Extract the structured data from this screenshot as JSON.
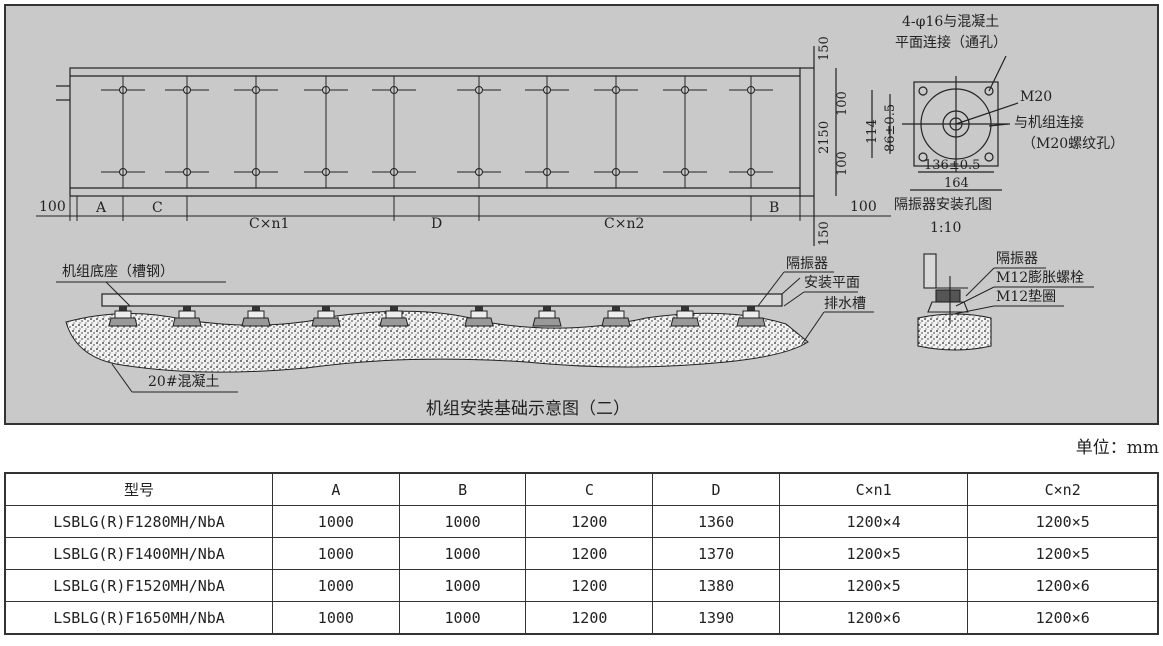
{
  "drawing": {
    "title": "机组安装基础示意图（二）",
    "top_view": {
      "dims_bottom": [
        "100",
        "A",
        "C",
        "C×n1",
        "D",
        "C×n2",
        "B",
        "100"
      ],
      "dims_right": [
        "150",
        "100",
        "2150",
        "100",
        "150"
      ]
    },
    "detail": {
      "note_holes": "4-φ16与混凝土",
      "note_holes_2": "平面连接（通孔）",
      "bolt_label": "M20",
      "note_machine": "与机组连接",
      "note_machine_2": "（M20螺纹孔）",
      "dim_114": "114",
      "dim_86": "86±0.5",
      "dim_136": "136±0.5",
      "dim_164": "164",
      "caption": "隔振器安装孔图",
      "scale": "1:10"
    },
    "side_view": {
      "base_label": "机组底座（槽钢）",
      "isolator_label": "隔振器",
      "surface_label": "安装平面",
      "drain_label": "排水槽",
      "concrete_label": "20#混凝土"
    },
    "bolt_detail": {
      "isolator": "隔振器",
      "bolt": "M12膨胀螺栓",
      "washer": "M12垫圈"
    }
  },
  "unit_label": "单位：mm",
  "table": {
    "headers": [
      "型号",
      "A",
      "B",
      "C",
      "D",
      "C×n1",
      "C×n2"
    ],
    "rows": [
      [
        "LSBLG(R)F1280MH/NbA",
        "1000",
        "1000",
        "1200",
        "1360",
        "1200×4",
        "1200×5"
      ],
      [
        "LSBLG(R)F1400MH/NbA",
        "1000",
        "1000",
        "1200",
        "1370",
        "1200×5",
        "1200×5"
      ],
      [
        "LSBLG(R)F1520MH/NbA",
        "1000",
        "1000",
        "1200",
        "1380",
        "1200×5",
        "1200×6"
      ],
      [
        "LSBLG(R)F1650MH/NbA",
        "1000",
        "1000",
        "1200",
        "1390",
        "1200×6",
        "1200×6"
      ]
    ]
  }
}
